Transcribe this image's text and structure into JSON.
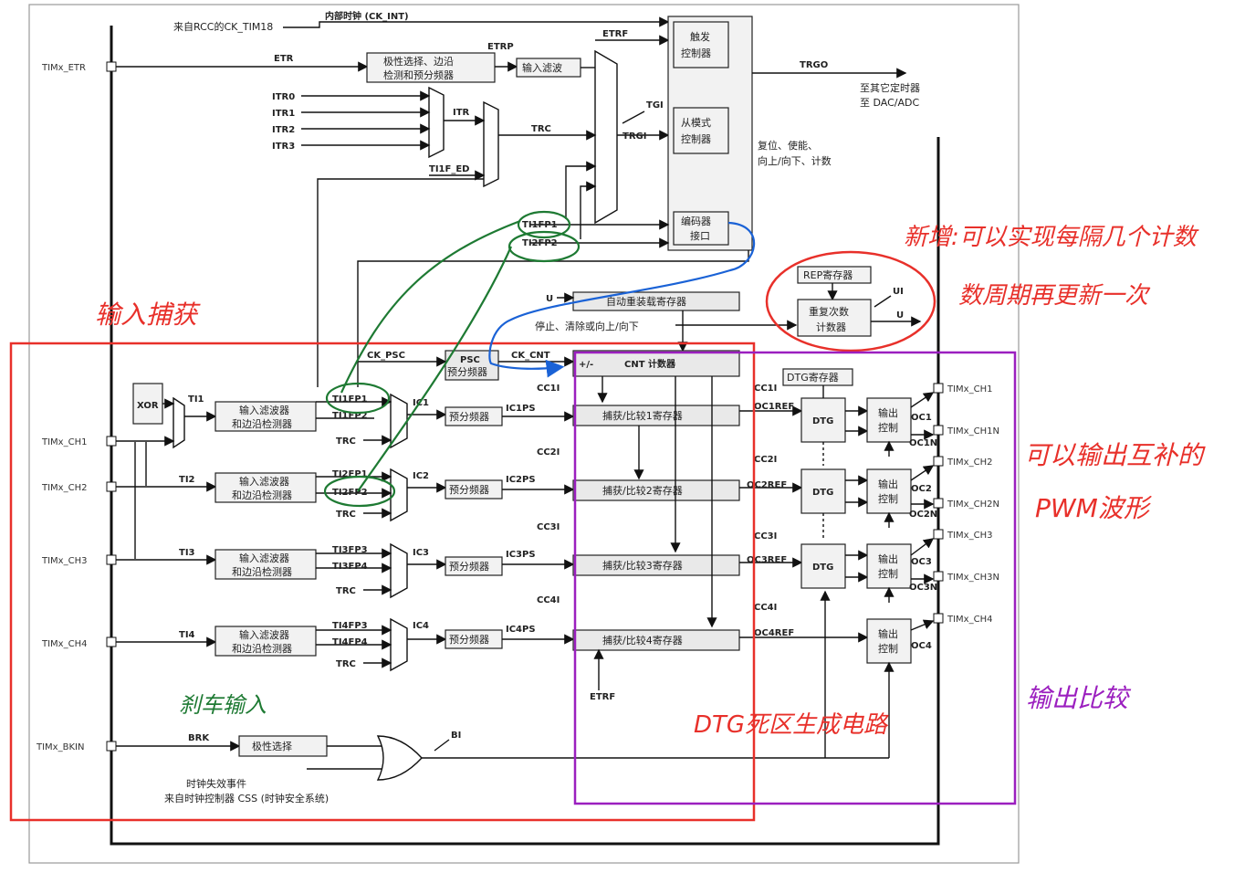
{
  "title": "",
  "top": {
    "rcc_clock": "来自RCC的CK_TIM18",
    "internal_clock": "内部时钟 (CK_INT)",
    "etr": "ETR",
    "etrp": "ETRP",
    "etrf": "ETRF",
    "trgo": "TRGO",
    "to_other": "至其它定时器",
    "to_dac": "至 DAC/ADC",
    "itr": "ITR",
    "trc": "TRC",
    "tgi": "TGI",
    "trgi": "TRGI",
    "ti1f_ed": "TI1F_ED",
    "reset_desc1": "复位、使能、",
    "reset_desc2": "向上/向下、计数",
    "stop_desc": "停止、清除或向上/向下",
    "itr_lines": [
      "ITR0",
      "ITR1",
      "ITR2",
      "ITR3"
    ]
  },
  "blocks": {
    "polarity1": "极性选择、边沿",
    "polarity2": "检测和预分频器",
    "input_filter": "输入滤波",
    "trigger1": "触发",
    "trigger2": "控制器",
    "slave1": "从模式",
    "slave2": "控制器",
    "encoder1": "编码器",
    "encoder2": "接口",
    "auto_reload": "自动重装载寄存器",
    "rep_reg": "REP寄存器",
    "rep_cnt1": "重复次数",
    "rep_cnt2": "计数器",
    "psc": "PSC",
    "psc_sub": "预分频器",
    "cnt": "CNT 计数器",
    "dtg_reg": "DTG寄存器",
    "filter1": "输入滤波器",
    "filter2": "和边沿检测器",
    "prescaler": "预分频器",
    "dtg": "DTG",
    "out_ctl1": "输出",
    "out_ctl2": "控制",
    "polarity_sel": "极性选择",
    "xor": "XOR",
    "capcmp": [
      "捕获/比较1寄存器",
      "捕获/比较2寄存器",
      "捕获/比较3寄存器",
      "捕获/比较4寄存器"
    ]
  },
  "labels": {
    "ck_psc": "CK_PSC",
    "ck_cnt": "CK_CNT",
    "pm": "+/-",
    "u": "U",
    "ui": "UI",
    "etrf_bottom": "ETRF",
    "brk": "BRK",
    "bi": "BI",
    "clock_fail1": "时钟失效事件",
    "clock_fail2": "来自时钟控制器 CSS (时钟安全系统)",
    "ti": [
      "TI1",
      "TI2",
      "TI3",
      "TI4"
    ],
    "tifp": [
      [
        "TI1FP1",
        "TI1FP2"
      ],
      [
        "TI2FP1",
        "TI2FP2"
      ],
      [
        "TI3FP3",
        "TI3FP4"
      ],
      [
        "TI4FP3",
        "TI4FP4"
      ]
    ],
    "ic": [
      "IC1",
      "IC2",
      "IC3",
      "IC4"
    ],
    "icps": [
      "IC1PS",
      "IC2PS",
      "IC3PS",
      "IC4PS"
    ],
    "cci": [
      "CC1I",
      "CC2I",
      "CC3I",
      "CC4I"
    ],
    "ccref": [
      "OC1REF",
      "OC2REF",
      "OC3REF",
      "OC4REF"
    ],
    "oc": [
      "OC1",
      "OC2",
      "OC3",
      "OC4"
    ],
    "ocn": [
      "OC1N",
      "OC2N",
      "OC3N"
    ],
    "trc_small": "TRC",
    "ti1fp1_top": "TI1FP1",
    "ti2fp2_top": "TI2FP2"
  },
  "pins": {
    "etr": "TIMx_ETR",
    "ch_in": [
      "TIMx_CH1",
      "TIMx_CH2",
      "TIMx_CH3",
      "TIMx_CH4"
    ],
    "bkin": "TIMx_BKIN",
    "ch_out": [
      "TIMx_CH1",
      "TIMx_CH2",
      "TIMx_CH3",
      "TIMx_CH4"
    ],
    "chn_out": [
      "TIMx_CH1N",
      "TIMx_CH2N",
      "TIMx_CH3N"
    ]
  },
  "annotations": {
    "input_capture": "输入捕获",
    "new_feature1": "新增:可以实现每隔几个计数",
    "new_feature2": "数周期再更新一次",
    "complementary1": "可以输出互补的",
    "complementary2": "PWM波形",
    "brake_input": "刹车输入",
    "dtg_circuit": "DTG死区生成电路",
    "output_compare": "输出比较",
    "red": "#e8302a",
    "green": "#1e7a33",
    "blue": "#1a62d6",
    "purple": "#9b1fbf"
  }
}
